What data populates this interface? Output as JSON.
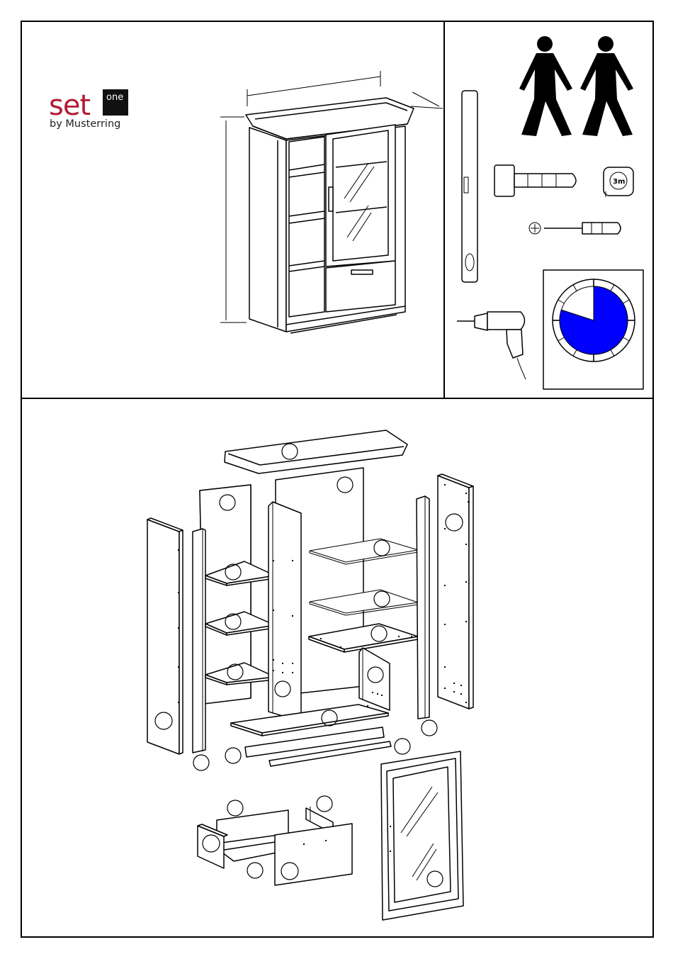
{
  "brand": {
    "name": "set",
    "badge": "one",
    "tagline": "by Musterring",
    "color": "#b01c35"
  },
  "tools": {
    "people_icon": "two-persons-icon",
    "hammer_icon": "rubber-mallet-icon",
    "tape_label": "3m",
    "screwdriver_icon": "phillips-screwdriver-icon",
    "level_icon": "spirit-level-icon",
    "drill_icon": "power-drill-icon",
    "clock_icon": "assembly-time-clock-icon",
    "time_fraction": 0.8,
    "clock_color": "#0000ff"
  }
}
